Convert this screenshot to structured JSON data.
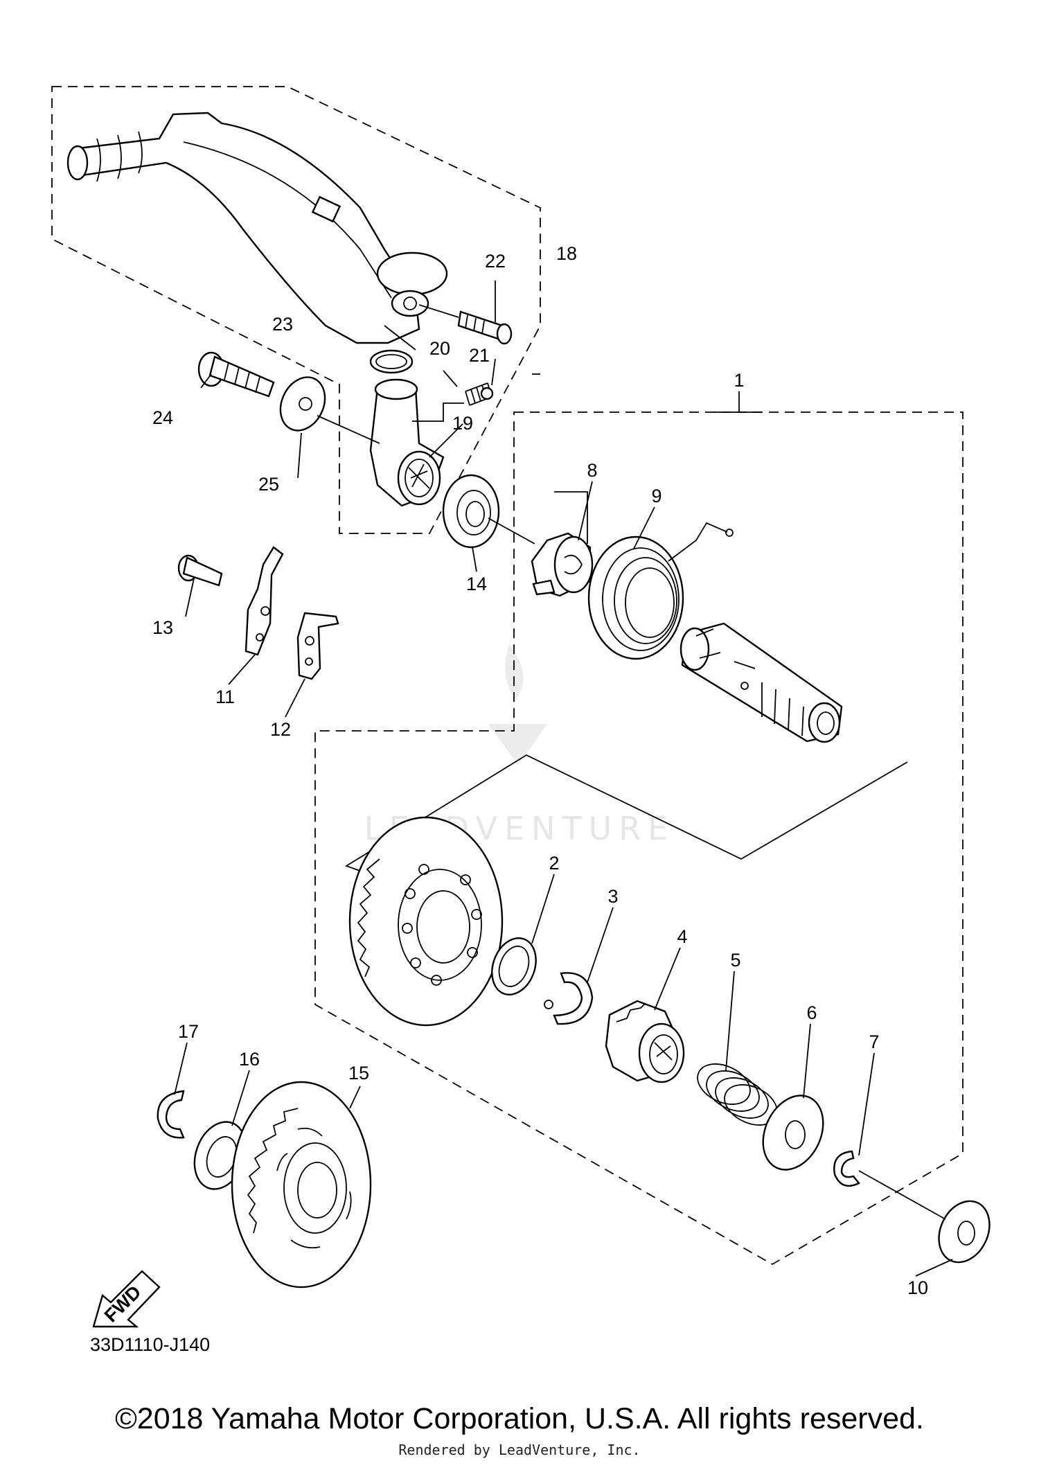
{
  "diagram": {
    "diagram_code": "33D1110-J140",
    "direction_badge": "FWD",
    "watermark": "LEADVENTURE",
    "copyright": "©2018 Yamaha Motor Corporation, U.S.A. All rights reserved.",
    "rendered_by": "Rendered by LeadVenture, Inc.",
    "callouts": {
      "c1": "1",
      "c2": "2",
      "c3": "3",
      "c4": "4",
      "c5": "5",
      "c6": "6",
      "c7": "7",
      "c8": "8",
      "c9": "9",
      "c10": "10",
      "c11": "11",
      "c12": "12",
      "c13": "13",
      "c14": "14",
      "c15": "15",
      "c16": "16",
      "c17": "17",
      "c18": "18",
      "c19": "19",
      "c20": "20",
      "c21": "21",
      "c22": "22",
      "c23": "23",
      "c24": "24",
      "c25": "25"
    }
  }
}
